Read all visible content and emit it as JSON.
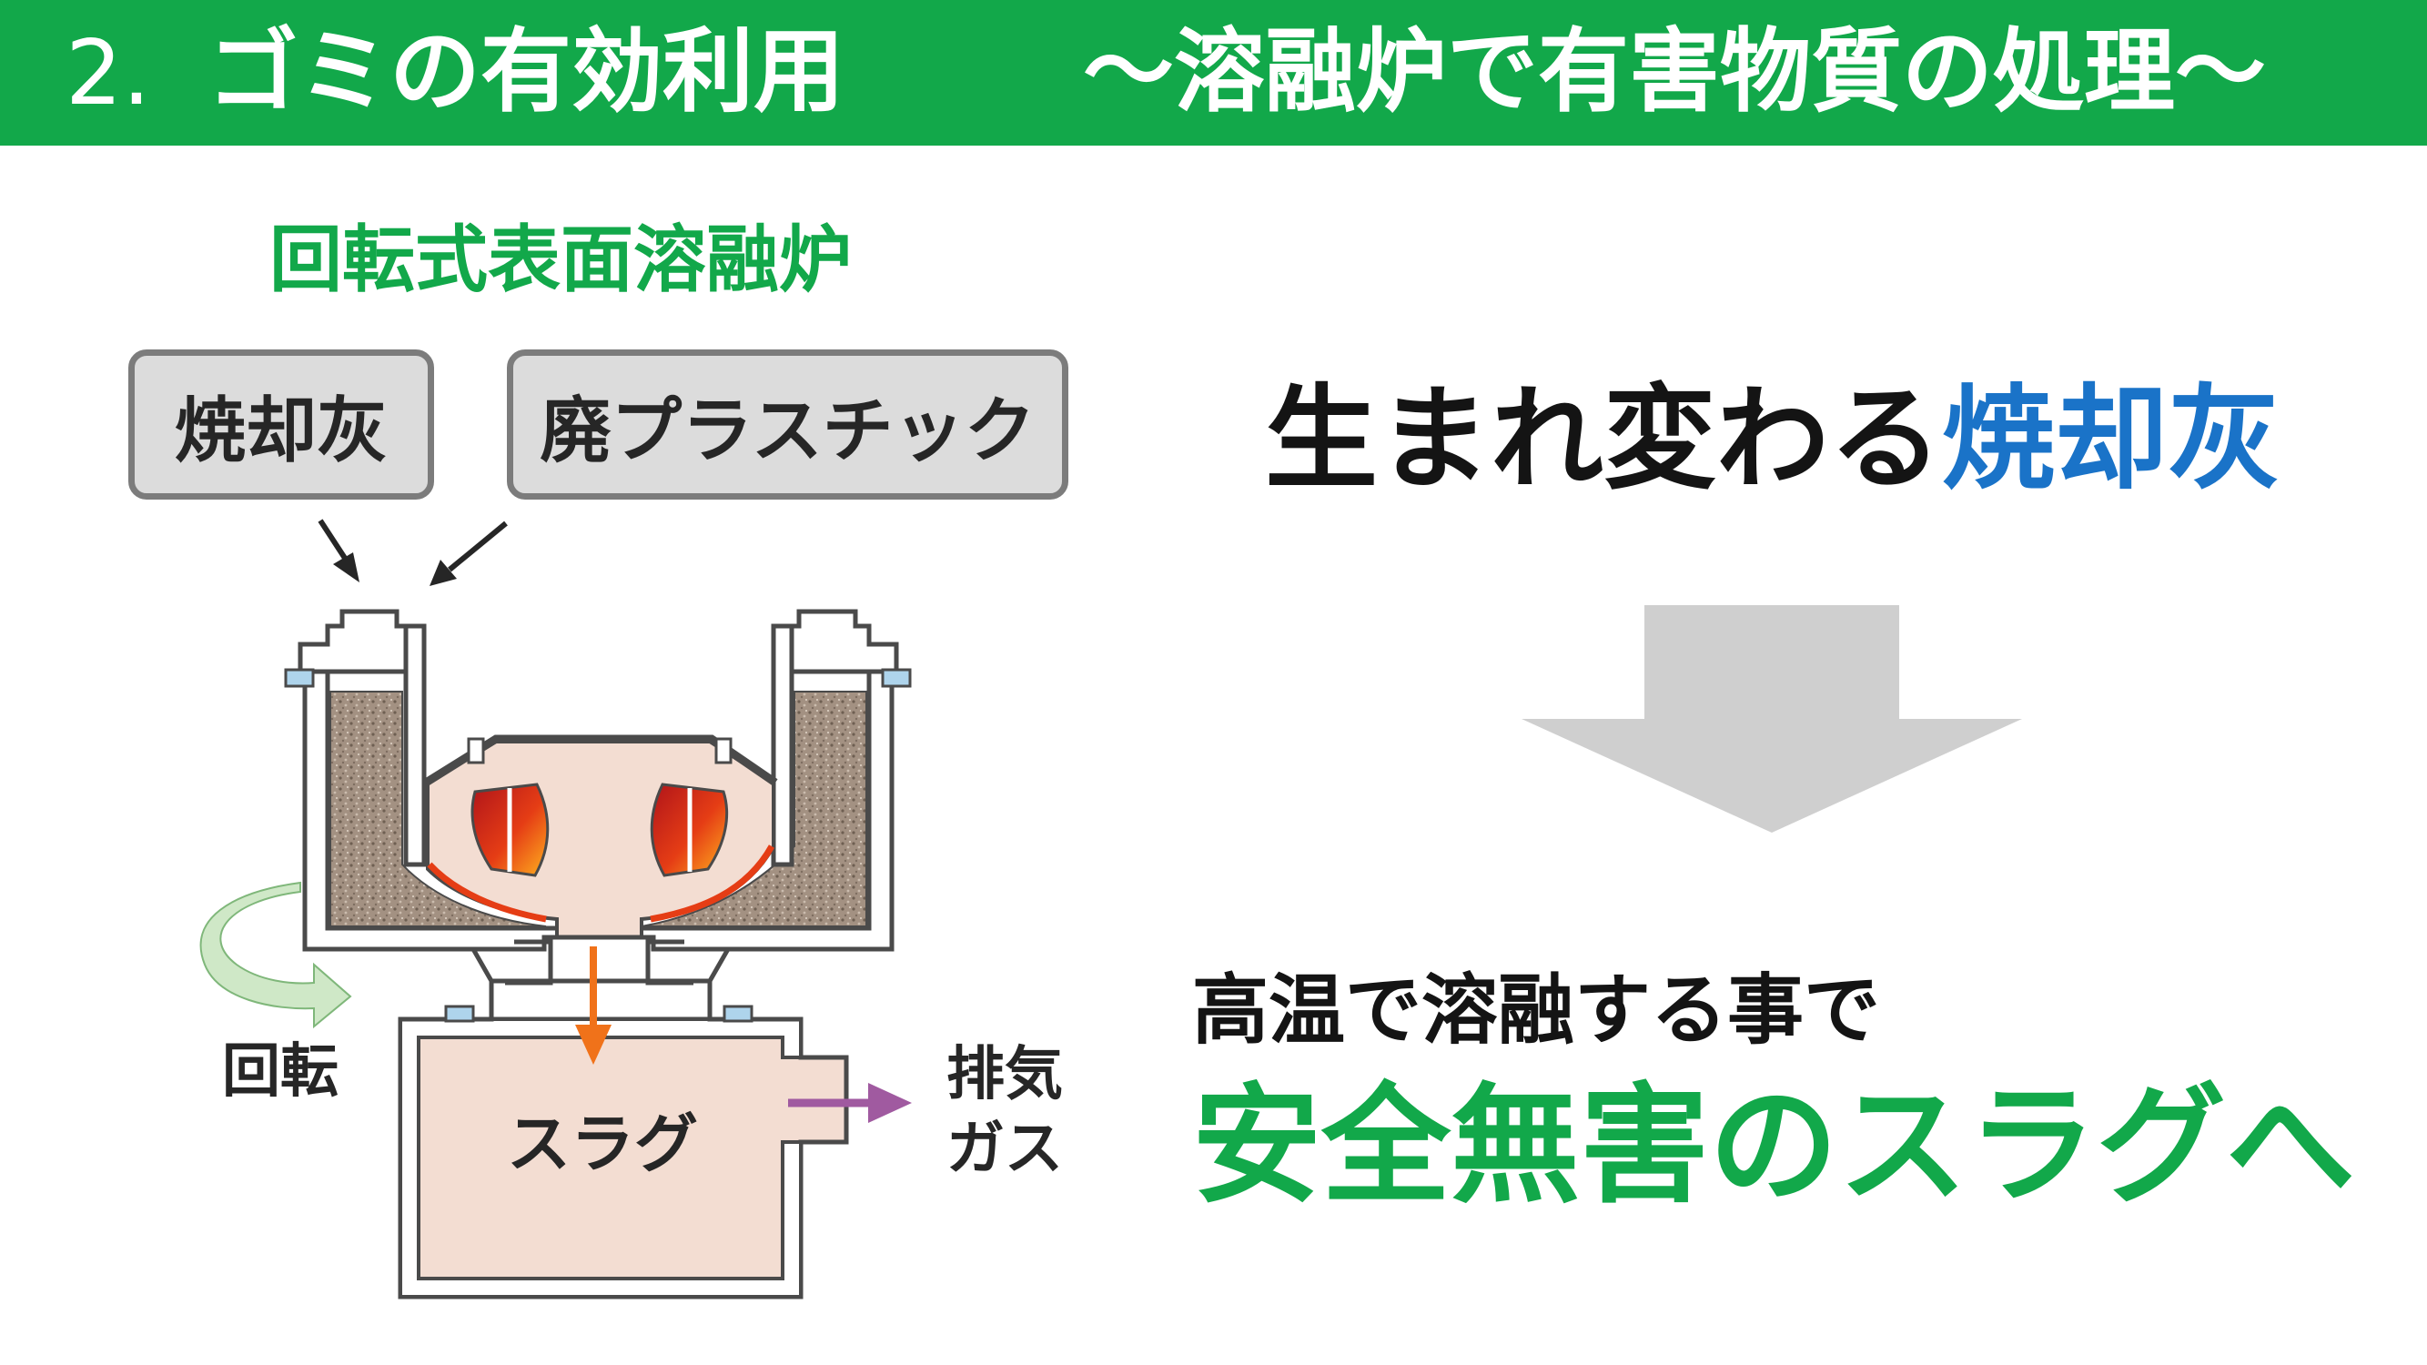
{
  "header": {
    "number": "2.",
    "title": "ゴミの有効利用",
    "subtitle": "～溶融炉で有害物質の処理～",
    "background": "#12a84a"
  },
  "diagram": {
    "title": "回転式表面溶融炉",
    "inputs": [
      "焼却灰",
      "廃プラスチック"
    ],
    "rotation_label": "回転",
    "slag_label": "スラグ",
    "exhaust_label_line1": "排気",
    "exhaust_label_line2": "ガス"
  },
  "message": {
    "headline_prefix": "生まれ変わる",
    "headline_highlight": "焼却灰",
    "note": "高温で溶融する事で",
    "result": "安全無害のスラグへ"
  },
  "colors": {
    "green": "#12a84a",
    "blue": "#1a73c8",
    "furnace_interior": "#f3ddd2",
    "flame": "#f0721a",
    "gas_arrow": "#a05aa0",
    "rotation_arrow": "#cfe8c7"
  }
}
